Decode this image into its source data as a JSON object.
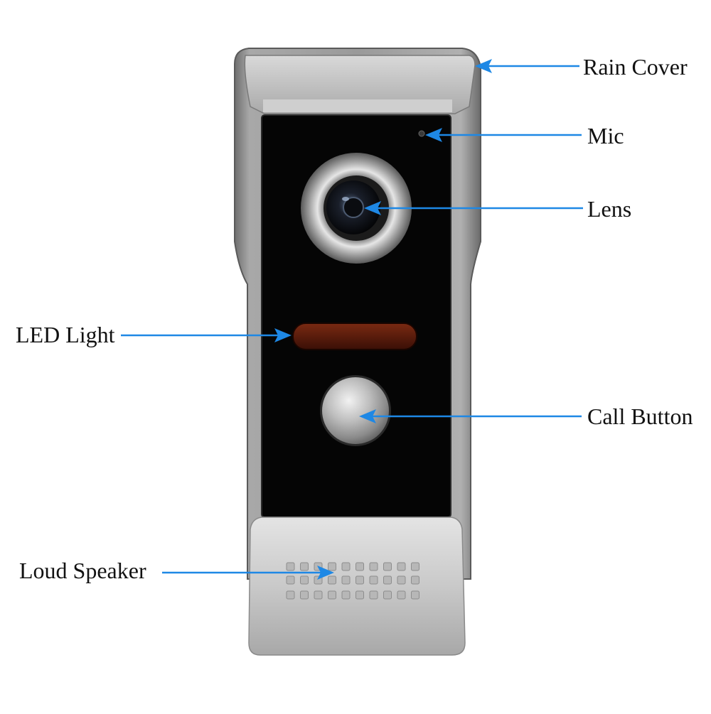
{
  "labels": {
    "rain_cover": "Rain Cover",
    "mic": "Mic",
    "lens": "Lens",
    "led_light": "LED Light",
    "call_button": "Call Button",
    "loud_speaker": "Loud Speaker"
  },
  "colors": {
    "arrow": "#1e88e5",
    "panel": "#050505",
    "housing": "#8c8c8c",
    "led": "#5a1a0a",
    "speaker_cover": "#c8c8c8"
  }
}
